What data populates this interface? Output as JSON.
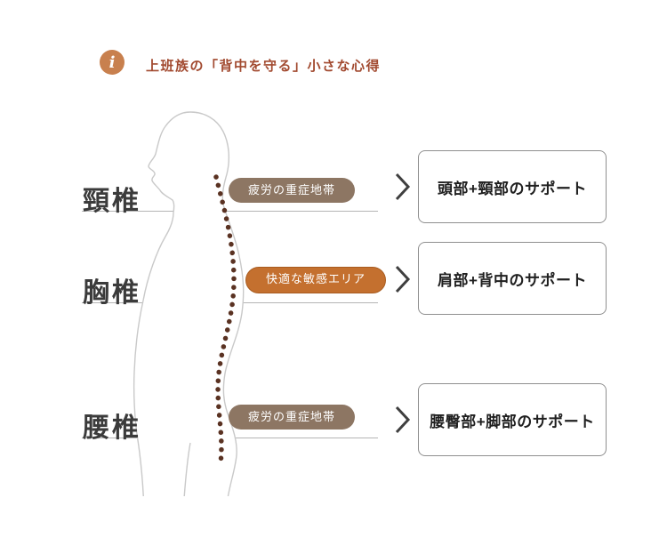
{
  "header": {
    "icon_letter": "i",
    "title": "上班族の「背中を守る」小さな心得"
  },
  "rows": [
    {
      "vertebra": "頸椎",
      "pill": "疲労の重症地帯",
      "pill_style": "brown",
      "result": "頭部+頸部のサポート"
    },
    {
      "vertebra": "胸椎",
      "pill": "快適な敏感エリア",
      "pill_style": "orange",
      "result": "肩部+背中のサポート"
    },
    {
      "vertebra": "腰椎",
      "pill": "疲労の重症地帯",
      "pill_style": "brown",
      "result": "腰臀部+脚部のサポート"
    }
  ],
  "colors": {
    "accent_orange": "#c4702f",
    "pill_brown": "#8d7663",
    "title_red": "#a24a30",
    "spine_dot": "#5a3222",
    "outline_gray": "#c9c9c9"
  }
}
